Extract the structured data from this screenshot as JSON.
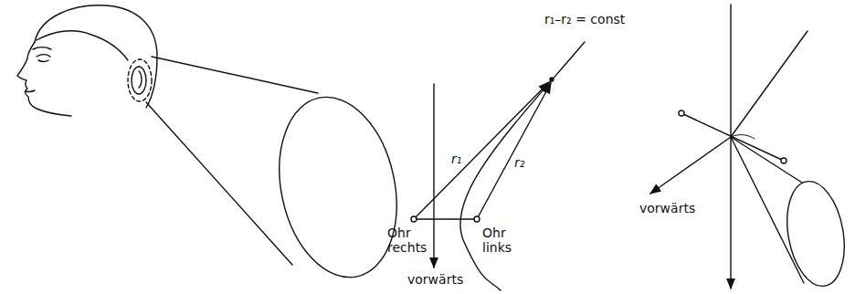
{
  "diagram": {
    "labels": [
      "r₁–r₂ = const",
      "r₁",
      "r₂",
      "Ohr rechts",
      "Ohr links",
      "vorwärts",
      "vorwärts"
    ]
  }
}
